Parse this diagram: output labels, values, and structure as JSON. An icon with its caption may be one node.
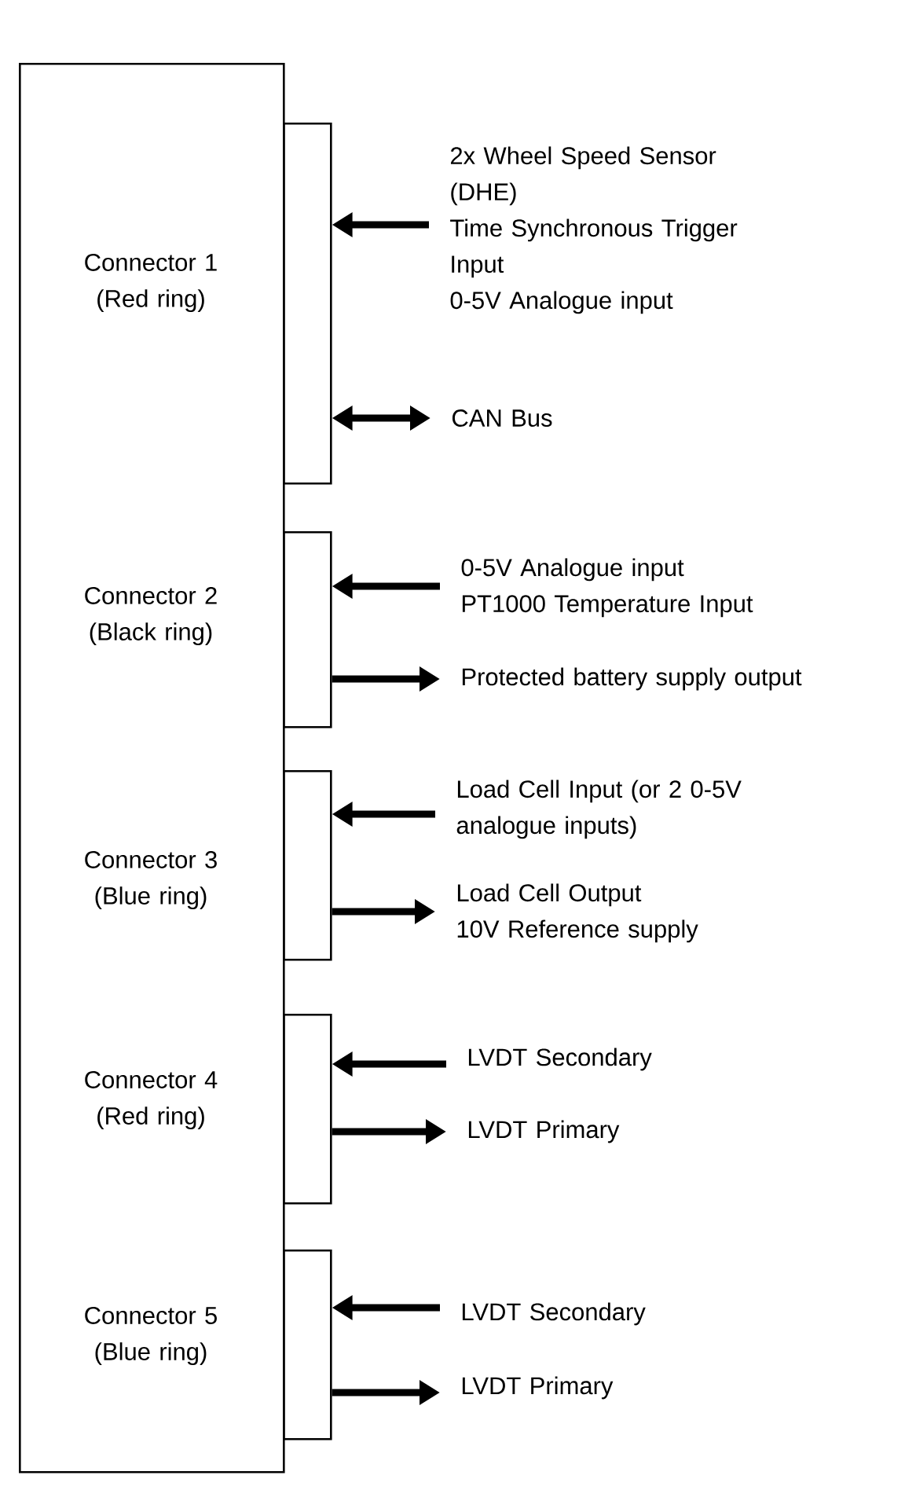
{
  "diagram": {
    "nodes": [
      {
        "text": [],
        "shape": "box"
      },
      {
        "text": [],
        "shape": "box"
      },
      {
        "text": [
          "2x Wheel Speed Sensor (DHE)",
          "Time Synchronous Trigger Input",
          "0-5V Analogue input"
        ]
      },
      {
        "text": [
          "CAN Bus"
        ]
      },
      {
        "text": [],
        "shape": "box"
      },
      {
        "text": [
          "0-5V Analogue input",
          "PT1000 Temperature Input"
        ]
      },
      {
        "text": [
          "Protected battery supply output"
        ]
      },
      {
        "text": [],
        "shape": "box"
      },
      {
        "text": [
          "Load Cell Input (or 2 0-5V analogue inputs)"
        ]
      },
      {
        "text": [
          "Load Cell Output",
          "10V Reference supply"
        ]
      },
      {
        "text": [],
        "shape": "box"
      },
      {
        "text": [
          "LVDT Secondary"
        ]
      },
      {
        "text": [
          "LVDT Primary"
        ]
      },
      {
        "text": [],
        "shape": "box"
      },
      {
        "text": [
          "LVDT Secondary"
        ]
      },
      {
        "text": [
          "LVDT Primary"
        ]
      }
    ],
    "edges": [
      {
        "from": 2,
        "to": 1,
        "arrow": "to"
      },
      {
        "from": 3,
        "to": 1,
        "arrow": "both"
      },
      {
        "from": 5,
        "to": 4,
        "arrow": "to"
      },
      {
        "from": 4,
        "to": 6,
        "arrow": "to"
      },
      {
        "from": 8,
        "to": 7,
        "arrow": "to"
      },
      {
        "from": 7,
        "to": 9,
        "arrow": "to"
      },
      {
        "from": 11,
        "to": 10,
        "arrow": "to"
      },
      {
        "from": 10,
        "to": 12,
        "arrow": "to"
      },
      {
        "from": 14,
        "to": 13,
        "arrow": "to"
      },
      {
        "from": 13,
        "to": 15,
        "arrow": "to"
      }
    ],
    "labels": [
      "Connector 1 (Red ring)",
      "Connector 2 (Black ring)",
      "Connector 3 (Blue ring)",
      "Connector 4 (Red ring)",
      "Connector 5 (Blue ring)"
    ]
  }
}
